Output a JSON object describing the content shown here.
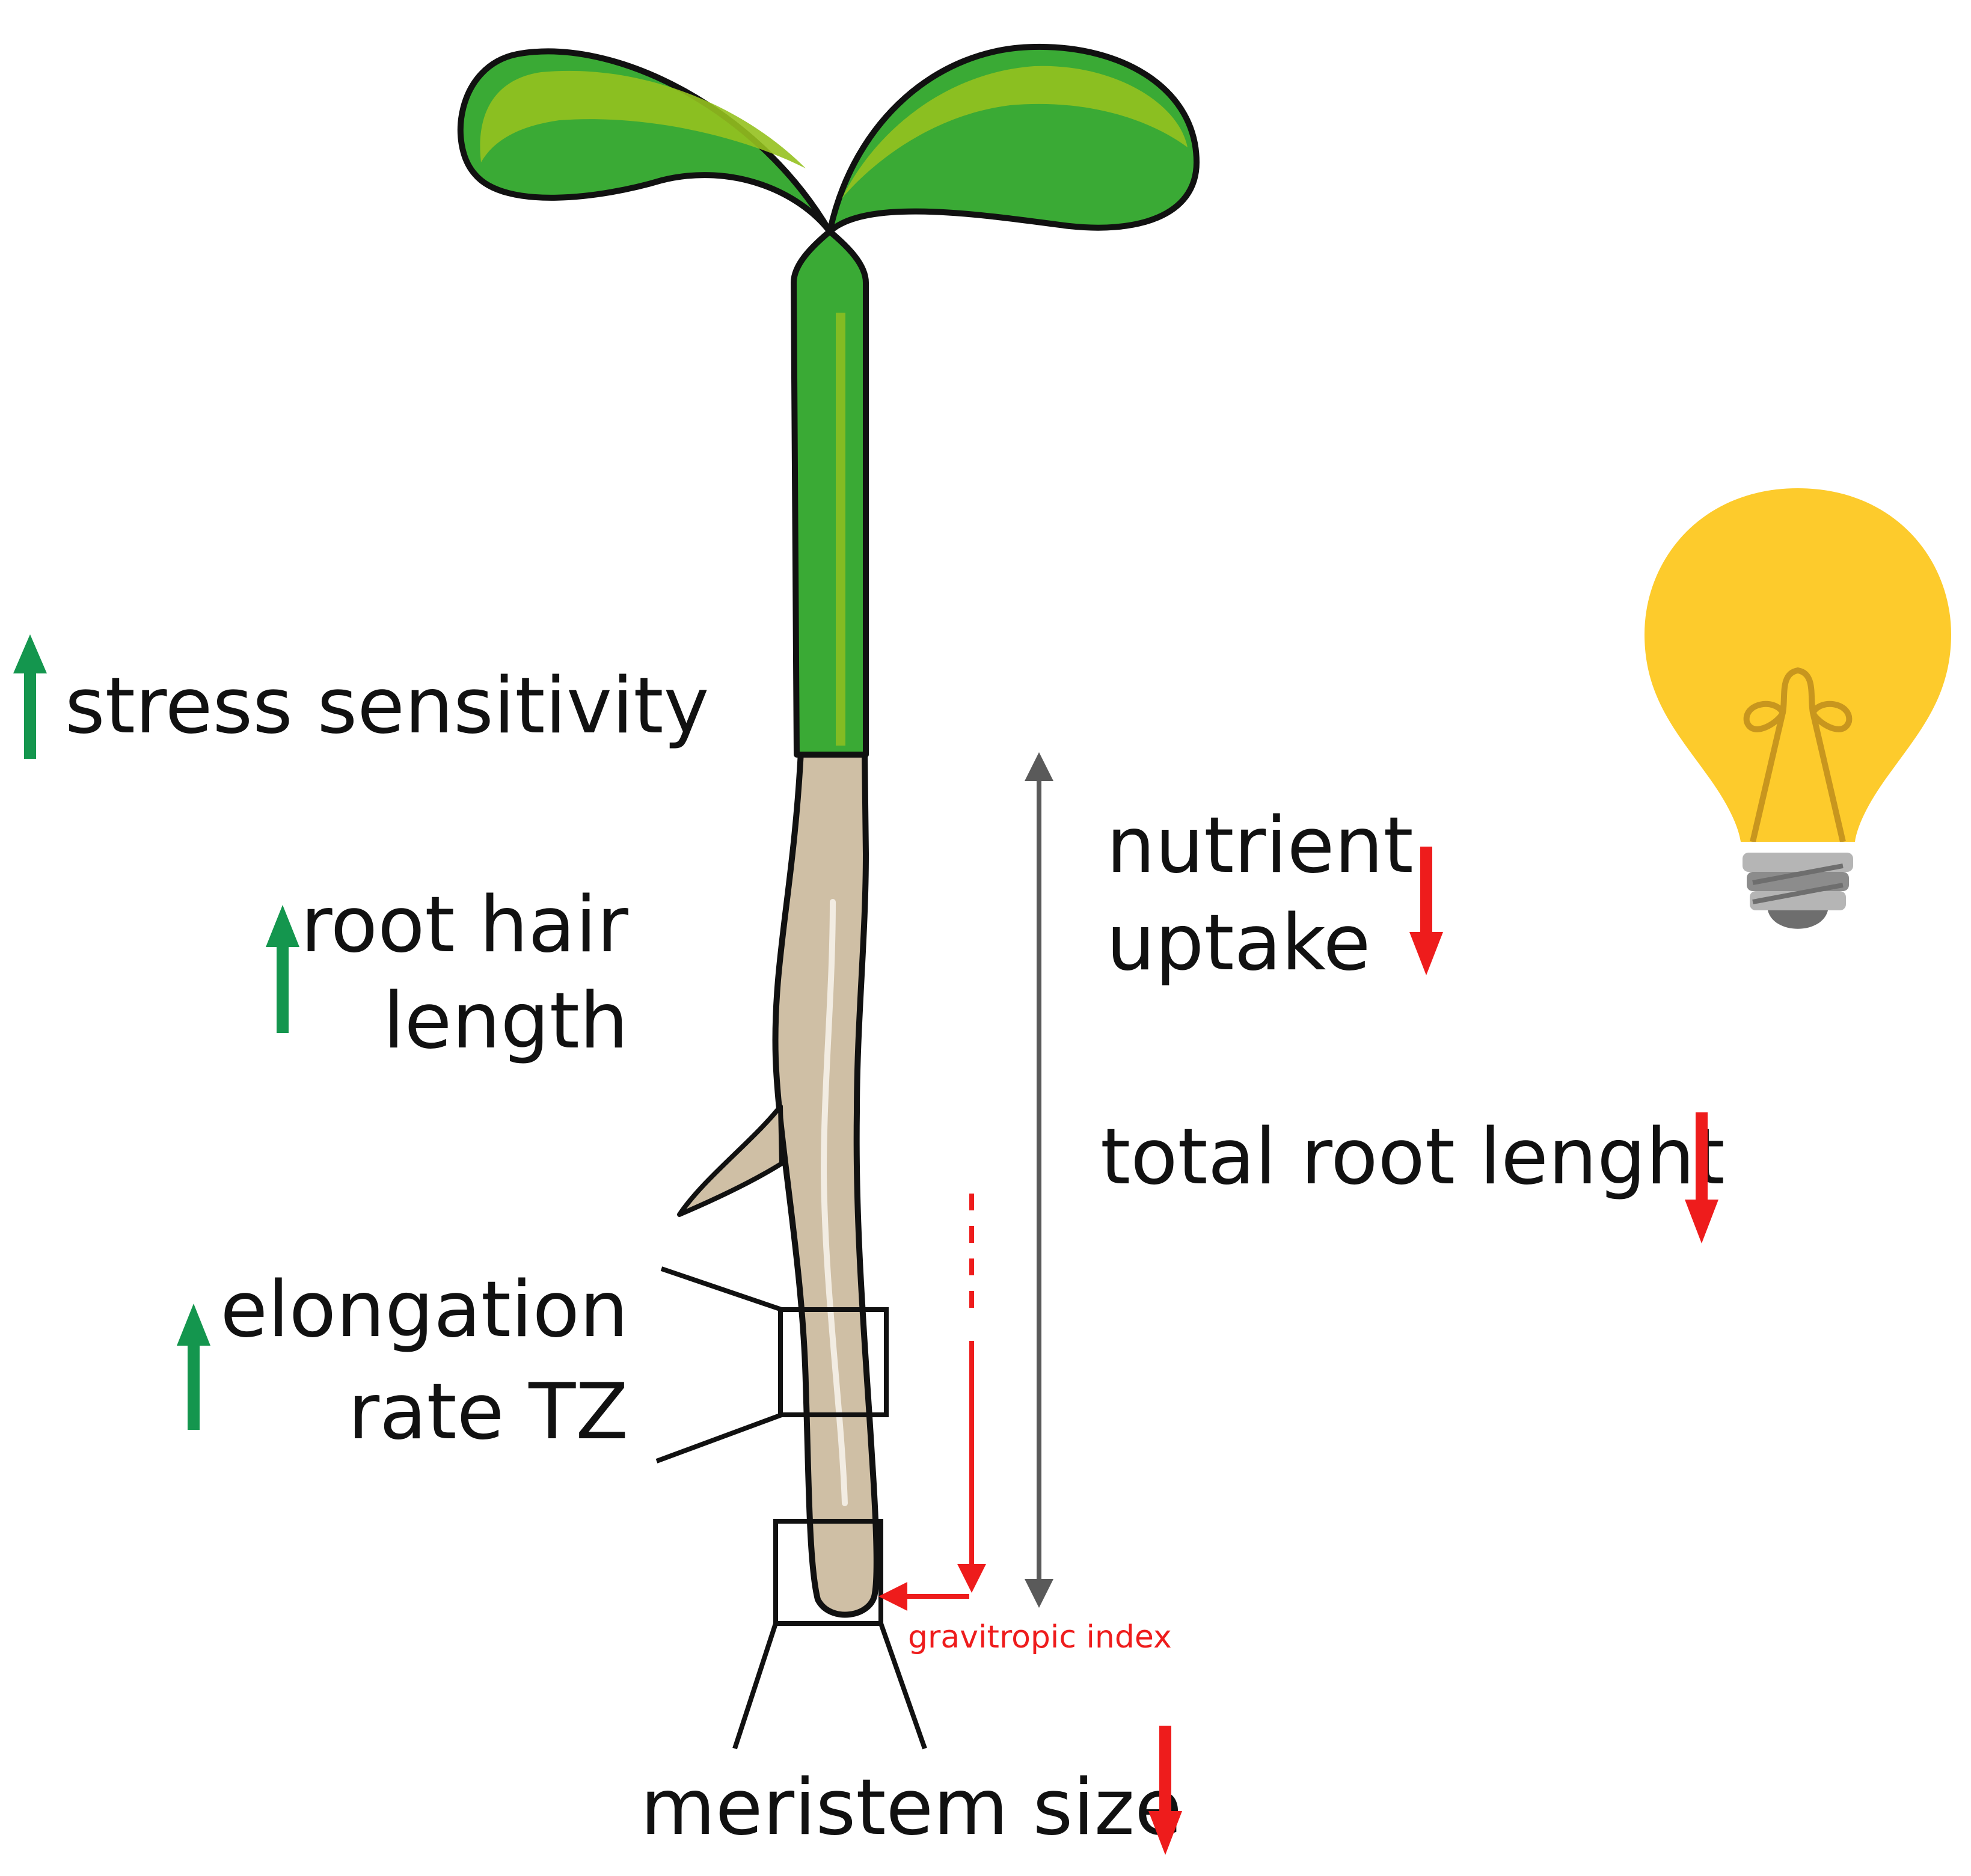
{
  "labels": {
    "stress_sensitivity": "stress sensitivity",
    "root_hair_line1": "root hair",
    "root_hair_line2": "length",
    "elongation_line1": "elongation",
    "elongation_line2": "rate TZ",
    "nutrient_line1": "nutrient",
    "nutrient_line2": "uptake",
    "total_root": "total root lenght",
    "gravitropic_index": "gravitropic index",
    "meristem_size": "meristem size"
  },
  "effects": [
    {
      "trait": "stress sensitivity",
      "direction": "up"
    },
    {
      "trait": "root hair length",
      "direction": "up"
    },
    {
      "trait": "elongation rate TZ",
      "direction": "up"
    },
    {
      "trait": "nutrient uptake",
      "direction": "down"
    },
    {
      "trait": "total root lenght",
      "direction": "down"
    },
    {
      "trait": "meristem size",
      "direction": "down"
    }
  ],
  "icons": {
    "seedling": "seedling-illustration",
    "bulb": "light-bulb-icon",
    "up_arrow": "up-arrow-icon",
    "down_arrow": "down-arrow-icon"
  },
  "colors": {
    "increase": "#14964e",
    "decrease": "#ee1c1c",
    "shoot": "#3aaa35",
    "shoot_highlight": "#95c11f",
    "root": "#cfbfa5",
    "bulb": "#fdcb2c",
    "measure": "#5a5a5a"
  }
}
